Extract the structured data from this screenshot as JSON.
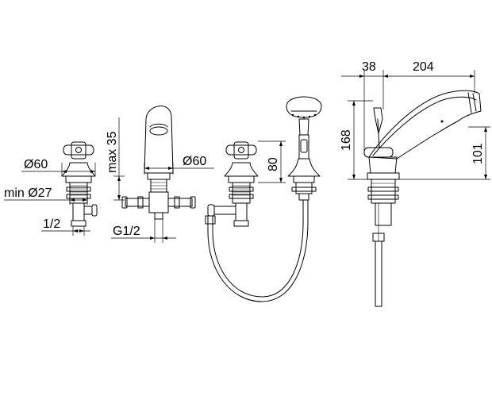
{
  "dimensions": {
    "diameter_left": "Ø60",
    "min_diameter": "min Ø27",
    "thread_half": "1/2",
    "max_height": "max 35",
    "diameter_spout": "Ø60",
    "thread_g": "G1/2",
    "height_80": "80",
    "offset_38": "38",
    "reach_204": "204",
    "height_168": "168",
    "height_101": "101"
  },
  "colors": {
    "line": "#000000",
    "background": "#ffffff"
  }
}
